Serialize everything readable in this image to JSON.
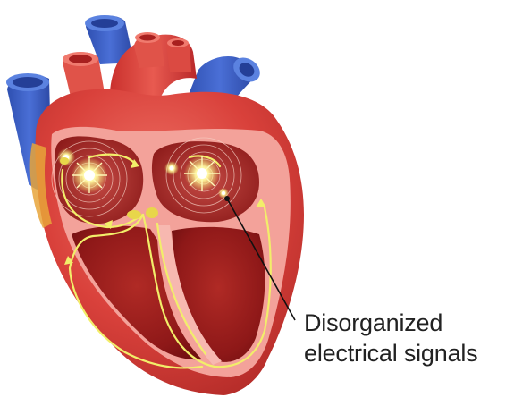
{
  "annotation": {
    "line1": "Disorganized",
    "line2": "electrical signals"
  },
  "colors": {
    "vessel_blue": "#3f63c9",
    "vessel_blue_dark": "#2b47a3",
    "heart_red": "#d9413b",
    "heart_red_light": "#ef6a5e",
    "heart_red_dark": "#a8201f",
    "wall_pink": "#f3a29a",
    "chamber_dark": "#8e1818",
    "signal_yellow": "#f2ee6a",
    "node_yellow": "#e8d64a",
    "pointer": "#111111"
  },
  "icons": [
    "heart-illustration",
    "sinoatrial-node-icon",
    "av-node-icon",
    "signal-burst-icon"
  ]
}
